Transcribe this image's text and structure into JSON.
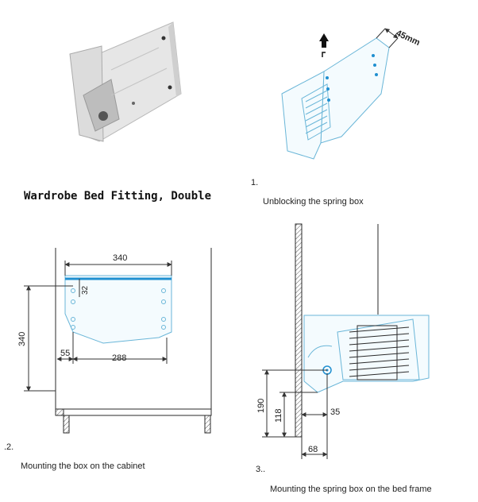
{
  "heading": "Wardrobe Bed Fitting, Double",
  "steps": [
    {
      "number": "1.",
      "caption": "Unblocking the spring box",
      "dimension": "45mm"
    },
    {
      "number": ".2.",
      "caption": "Mounting the box on the cabinet",
      "dimensions": {
        "width": "340",
        "height": "340",
        "top_offset": "32",
        "left_offset": "55",
        "bottom_width": "288"
      }
    },
    {
      "number": "3..",
      "caption": "Mounting the spring box on the bed frame",
      "dimensions": {
        "height_190": "190",
        "height_118": "118",
        "offset_35": "35",
        "offset_68": "68"
      }
    }
  ],
  "colors": {
    "line": "#2a2a2a",
    "blue": "#6ab6d8",
    "accent": "#1f8fd0"
  }
}
